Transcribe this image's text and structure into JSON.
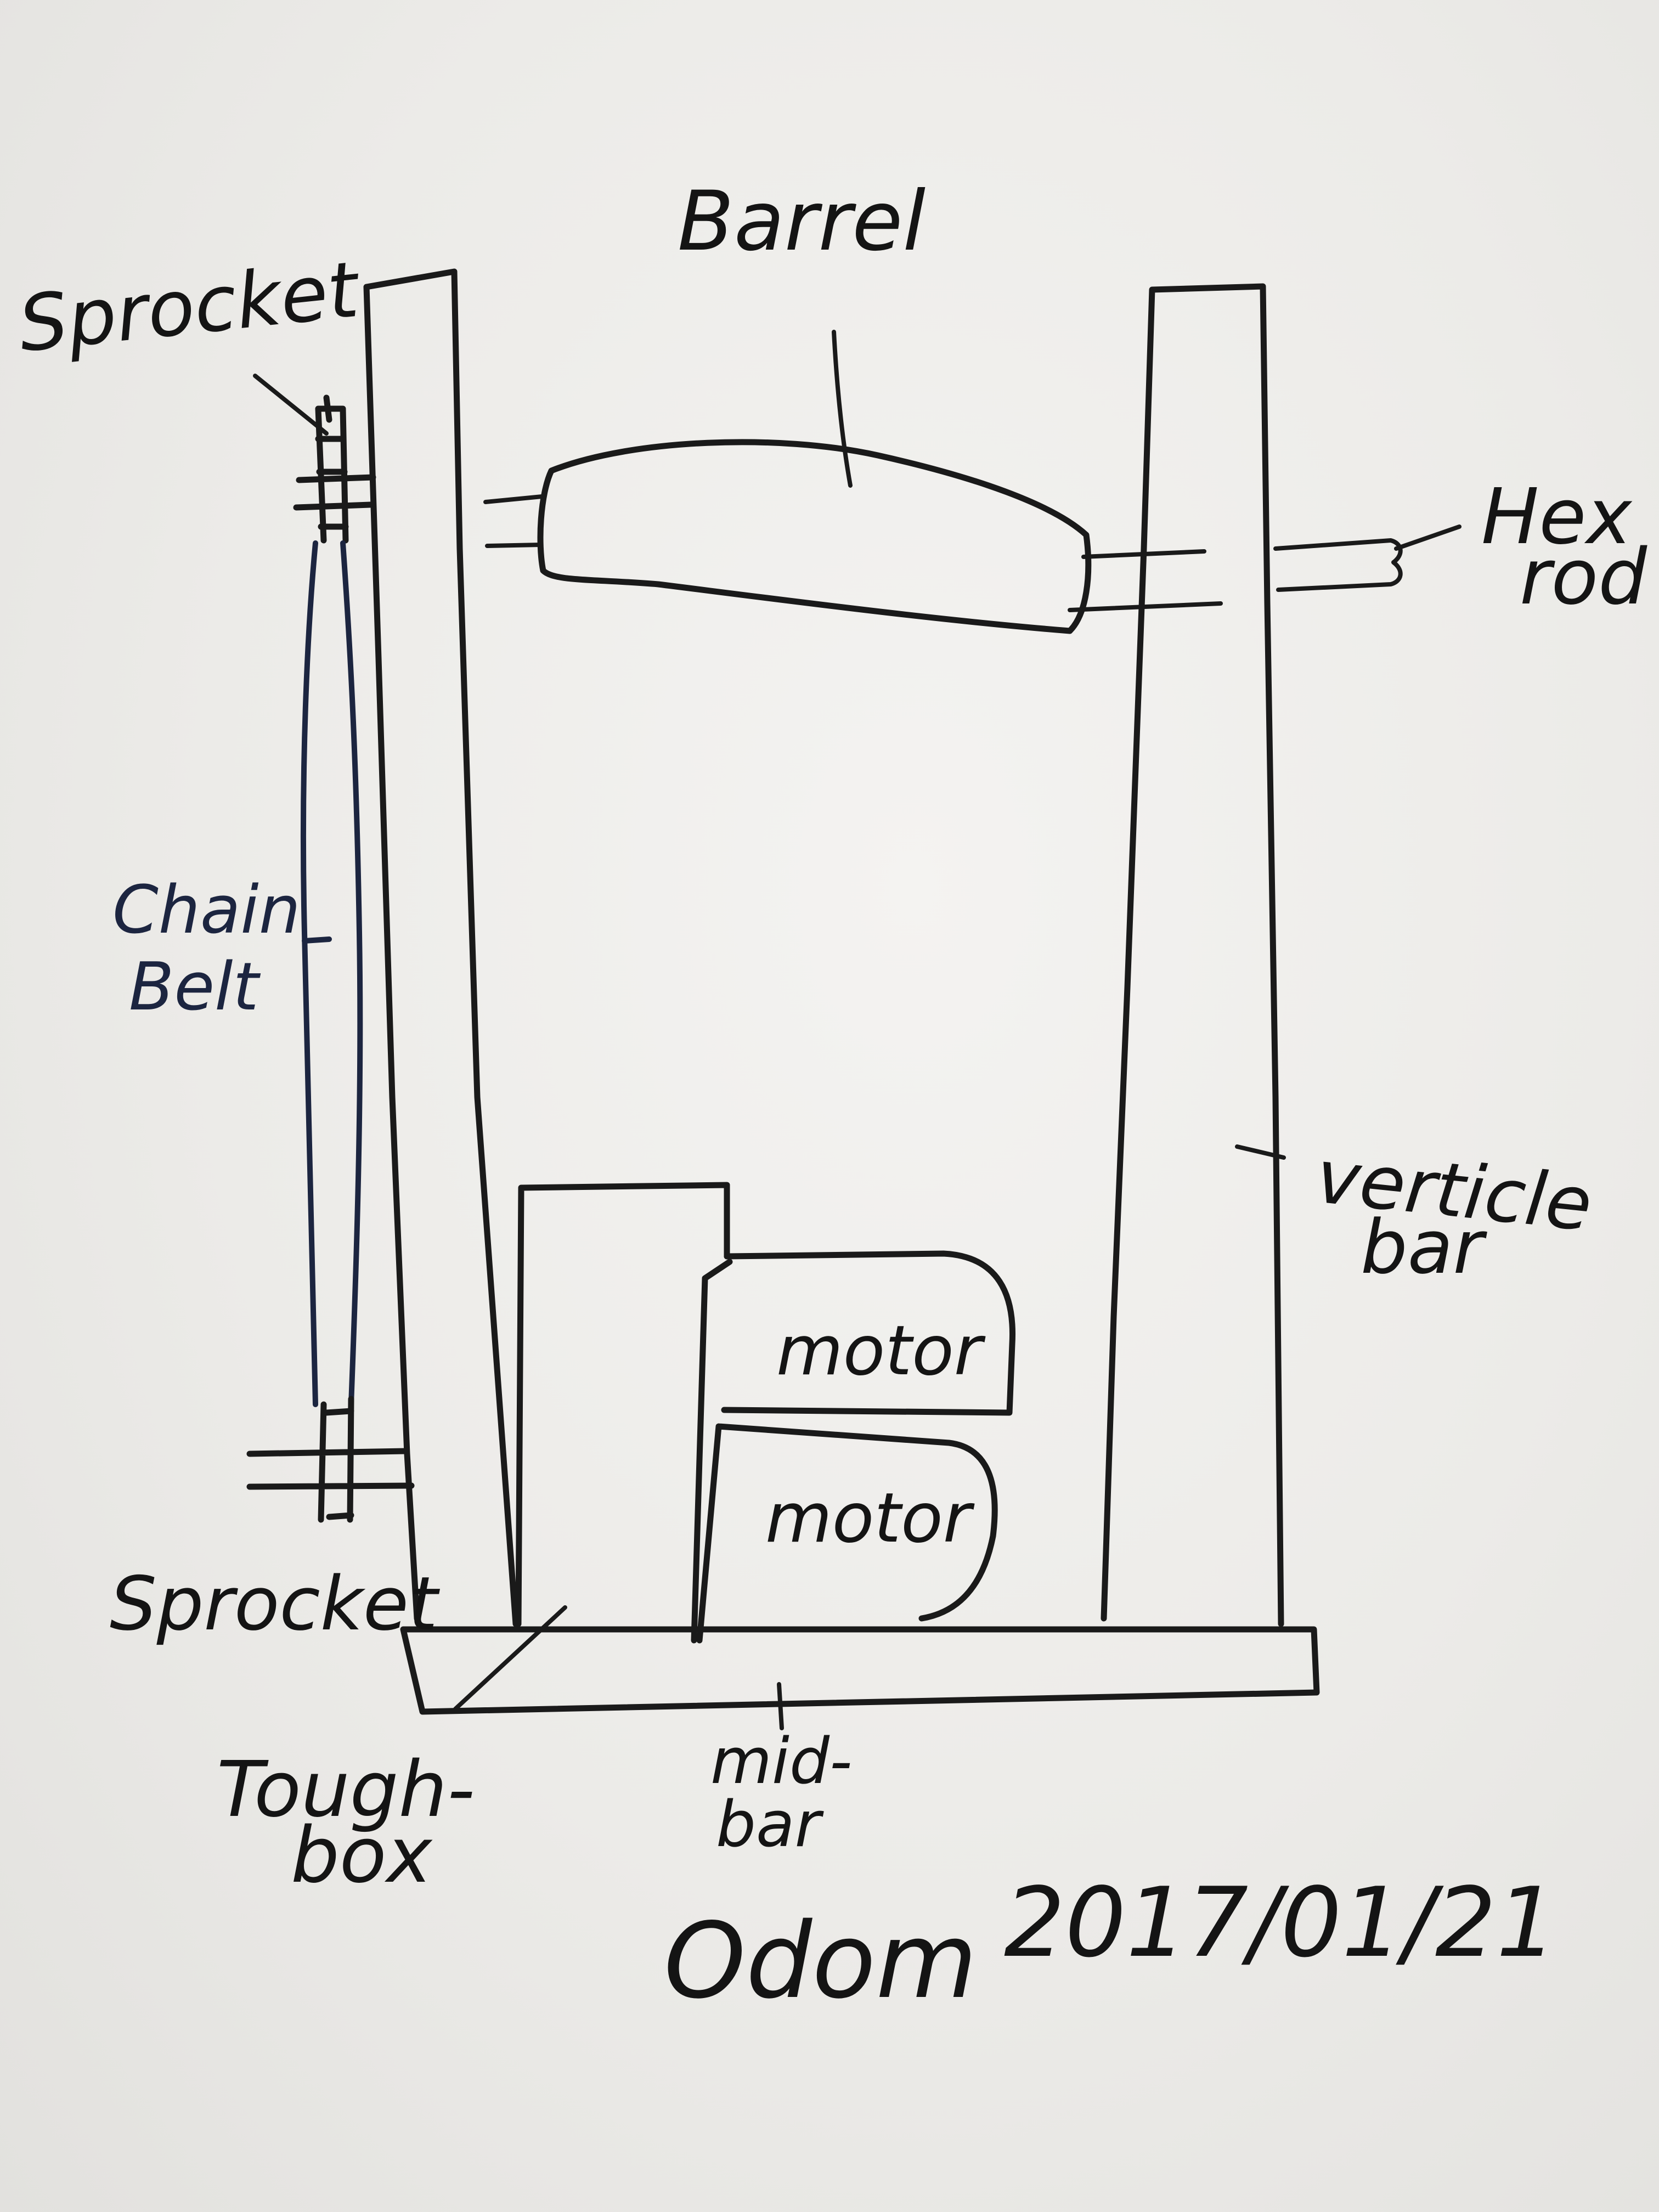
{
  "labels": {
    "barrel": "Barrel",
    "sprocket_top": "Sprocket",
    "hex_rod_1": "Hex",
    "hex_rod_2": "rod",
    "chain_belt_1": "Chain",
    "chain_belt_2": "Belt",
    "vertical_bar_1": "verticle",
    "vertical_bar_2": "bar",
    "motor_top": "motor",
    "motor_bottom": "motor",
    "sprocket_bottom": "Sprocket",
    "toughbox_1": "Tough-",
    "toughbox_2": "box",
    "midbar_1": "mid-",
    "midbar_2": "bar"
  },
  "signature": {
    "name": "Odom",
    "date": "2017/01/21"
  },
  "colors": {
    "ink_black": "#1a1a1a",
    "ink_blue": "#1c2540",
    "whiteboard": "#eeedea"
  }
}
